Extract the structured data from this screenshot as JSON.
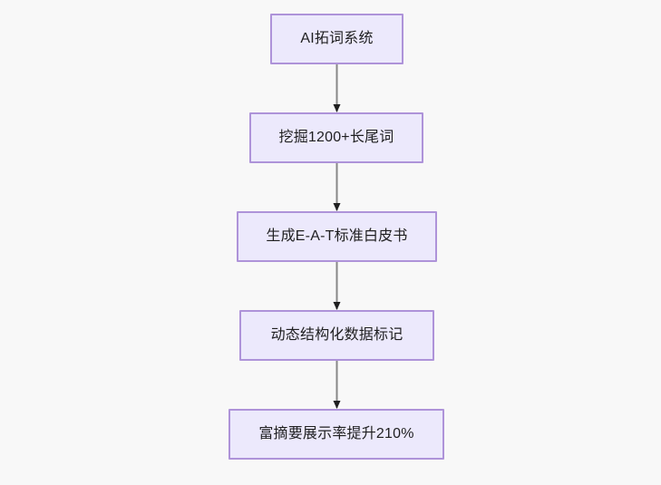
{
  "diagram": {
    "type": "flowchart",
    "direction": "top-to-bottom",
    "background_color": "#f8f8f8",
    "node_fill_color": "#ece9fc",
    "node_border_color": "#ae93d9",
    "node_text_color": "#1f1f20",
    "edge_color": "#888888",
    "arrowhead_color": "#1f1f20",
    "nodes": [
      {
        "id": "n0",
        "label": "AI拓词系统"
      },
      {
        "id": "n1",
        "label": "挖掘1200+长尾词"
      },
      {
        "id": "n2",
        "label": "生成E-A-T标准白皮书"
      },
      {
        "id": "n3",
        "label": "动态结构化数据标记"
      },
      {
        "id": "n4",
        "label": "富摘要展示率提升210%"
      }
    ],
    "edges": [
      {
        "from": "n0",
        "to": "n1",
        "label": ""
      },
      {
        "from": "n1",
        "to": "n2",
        "label": ""
      },
      {
        "from": "n2",
        "to": "n3",
        "label": ""
      },
      {
        "from": "n3",
        "to": "n4",
        "label": ""
      }
    ]
  }
}
